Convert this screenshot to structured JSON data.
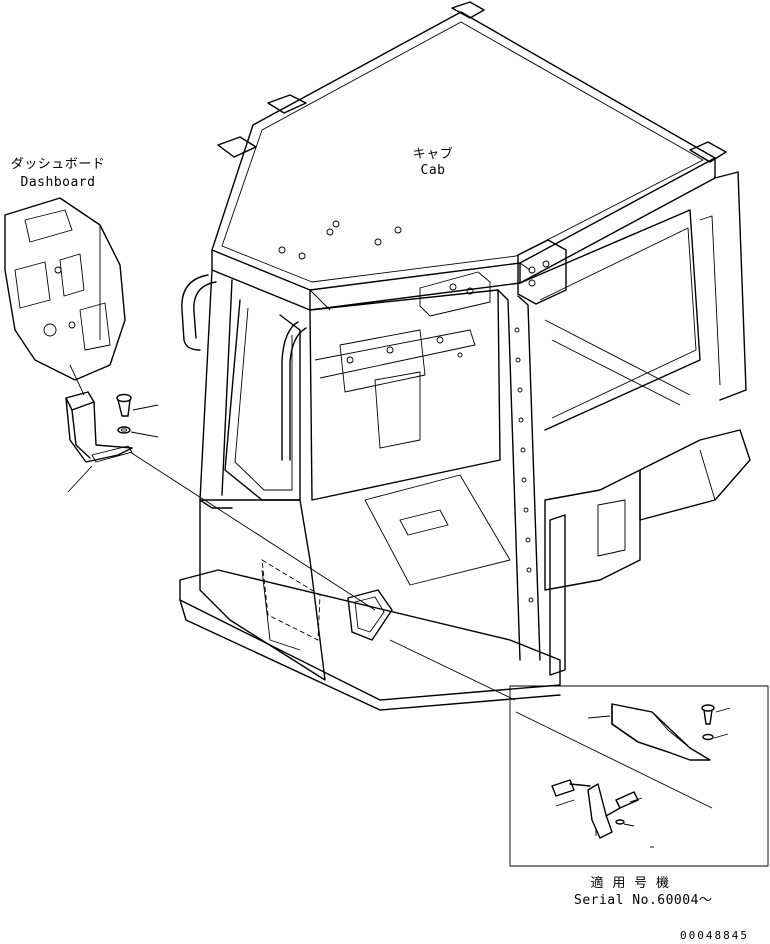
{
  "labels": {
    "cab_ja": "キャブ",
    "cab_en": "Cab",
    "dashboard_ja": "ダッシュボード",
    "dashboard_en": "Dashboard",
    "applicable_ja": "適 用 号 機",
    "serial": "Serial No.60004～",
    "drawing_number": "00048845"
  }
}
